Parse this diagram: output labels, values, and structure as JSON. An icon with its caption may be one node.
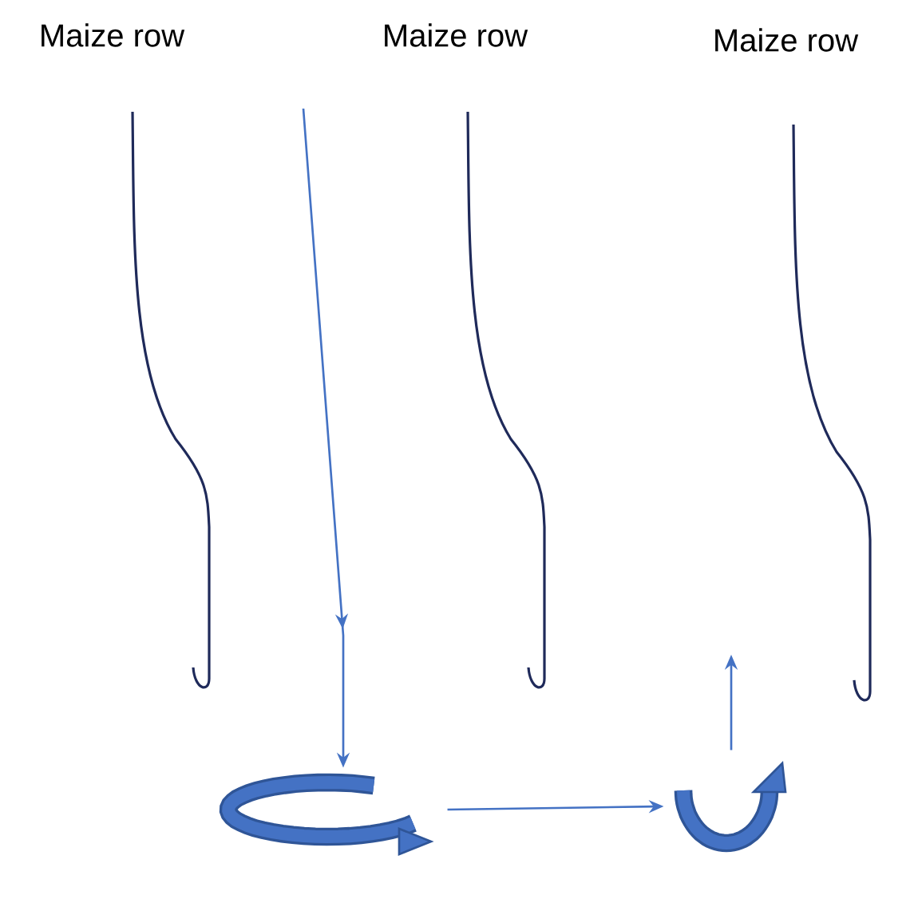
{
  "diagram": {
    "nodes": [
      {
        "text": [],
        "shape": "picture"
      },
      {
        "text": [],
        "shape": "picture"
      }
    ],
    "edges": [
      {
        "from": null,
        "to": 0,
        "arrow": "to"
      },
      {
        "from": 0,
        "to": 1,
        "arrow": "to"
      },
      {
        "from": 1,
        "to": null,
        "arrow": "to"
      }
    ],
    "labels": [
      "Maize row",
      "Maize row",
      "Maize row"
    ]
  }
}
